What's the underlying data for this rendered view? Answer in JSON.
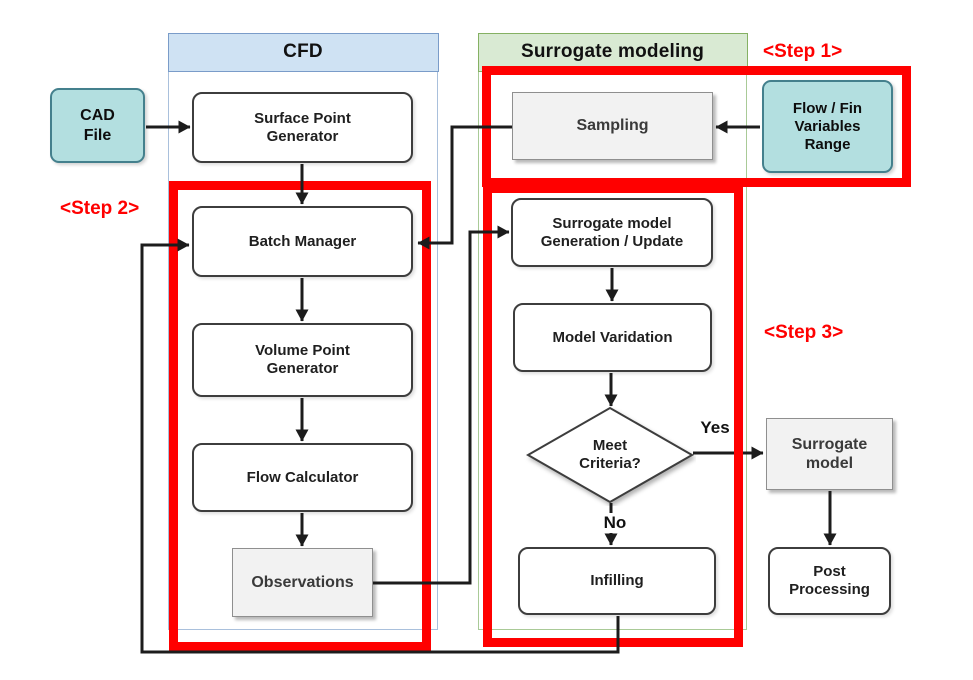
{
  "containers": {
    "cfd": {
      "title": "CFD"
    },
    "surrogate": {
      "title": "Surrogate modeling"
    }
  },
  "steps": {
    "step1": {
      "label": "<Step 1>"
    },
    "step2": {
      "label": "<Step 2>"
    },
    "step3": {
      "label": "<Step 3>"
    }
  },
  "nodes": {
    "cad_file": {
      "label": "CAD\nFile",
      "kind": "teal-rounded"
    },
    "surface_point_generator": {
      "label": "Surface Point\nGenerator",
      "kind": "white-rounded"
    },
    "sampling": {
      "label": "Sampling",
      "kind": "gray"
    },
    "flow_fin_variables_range": {
      "label": "Flow / Fin\nVariables\nRange",
      "kind": "teal-rounded"
    },
    "batch_manager": {
      "label": "Batch Manager",
      "kind": "white-rounded"
    },
    "volume_point_generator": {
      "label": "Volume Point\nGenerator",
      "kind": "white-rounded"
    },
    "flow_calculator": {
      "label": "Flow Calculator",
      "kind": "white-rounded"
    },
    "observations": {
      "label": "Observations",
      "kind": "gray"
    },
    "surrogate_model_generation": {
      "label": "Surrogate model\nGeneration / Update",
      "kind": "white-rounded"
    },
    "model_varidation": {
      "label": "Model Varidation",
      "kind": "white-rounded"
    },
    "meet_criteria": {
      "label": "Meet\nCriteria?",
      "kind": "diamond"
    },
    "infilling": {
      "label": "Infilling",
      "kind": "white-rounded"
    },
    "surrogate_model": {
      "label": "Surrogate\nmodel",
      "kind": "gray"
    },
    "post_processing": {
      "label": "Post\nProcessing",
      "kind": "white-rounded"
    }
  },
  "edge_labels": {
    "yes": "Yes",
    "no": "No"
  },
  "colors": {
    "cfd_header_fill": "#cfe2f3",
    "cfd_border": "#7a9cc9",
    "surrogate_header_fill": "#d9ead3",
    "surrogate_border": "#85b163",
    "teal_fill": "#b3dfe0",
    "teal_border": "#44808d",
    "gray_fill": "#f2f2f2",
    "gray_border": "#8f8f8f",
    "highlight_red": "#ff0000",
    "line_black": "#1c1c1c"
  }
}
